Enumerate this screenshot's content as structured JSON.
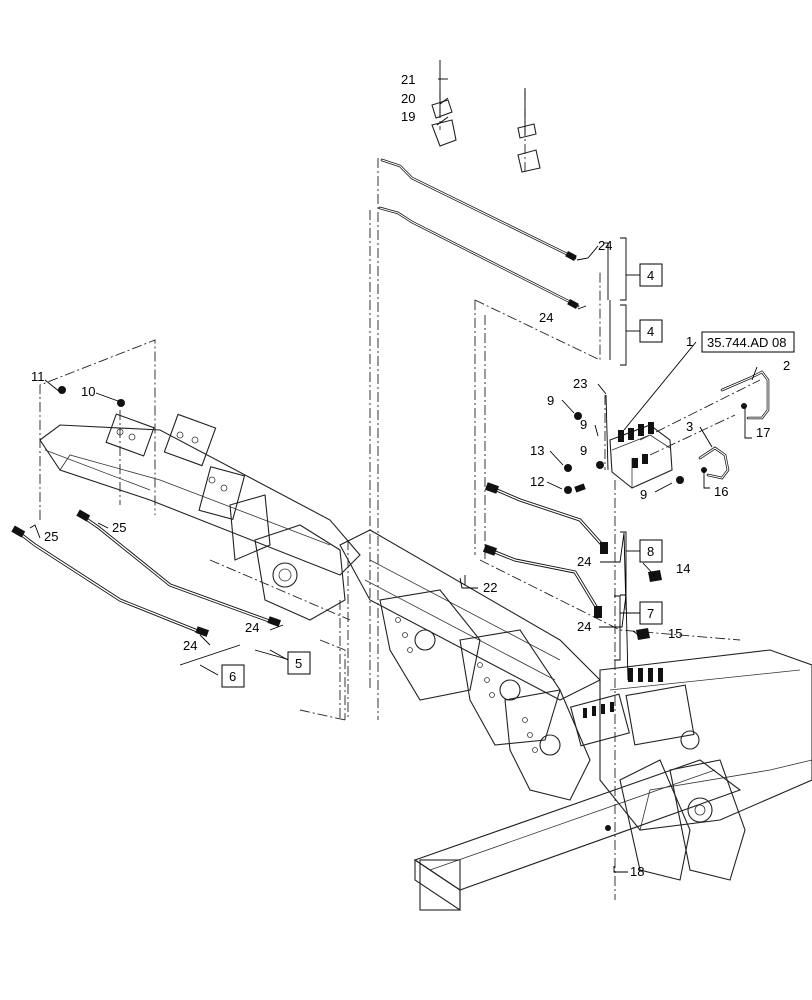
{
  "diagram": {
    "callouts": [
      "1",
      "2",
      "3",
      "9",
      "9",
      "9",
      "9",
      "10",
      "11",
      "12",
      "13",
      "14",
      "15",
      "16",
      "17",
      "18",
      "19",
      "20",
      "21",
      "22",
      "23",
      "24",
      "24",
      "24",
      "24",
      "24",
      "24",
      "25",
      "25"
    ],
    "boxed_callouts": [
      "4",
      "4",
      "5",
      "6",
      "7",
      "8"
    ],
    "reference_box": "35.744.AD 08"
  }
}
